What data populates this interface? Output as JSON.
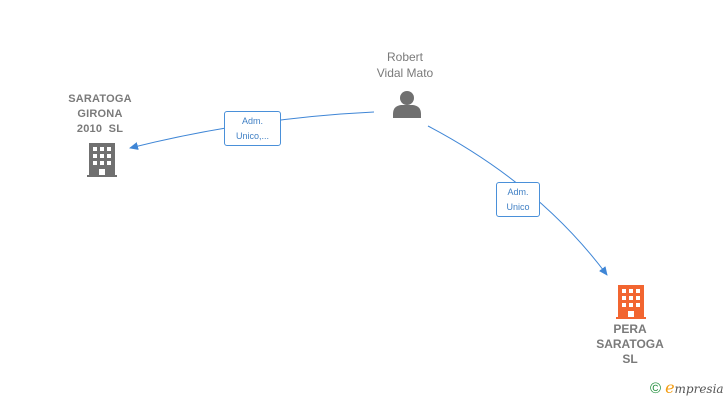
{
  "nodes": {
    "person": {
      "name_lines": [
        "Robert",
        "Vidal Mato"
      ],
      "icon": "person-icon",
      "color": "#707070"
    },
    "company_1": {
      "name_lines": [
        "SARATOGA",
        "GIRONA",
        "2010  SL"
      ],
      "icon": "building-icon",
      "color": "#707070"
    },
    "company_2": {
      "name_lines": [
        "PERA",
        "SARATOGA",
        "SL"
      ],
      "icon": "building-icon",
      "color": "#f26530"
    }
  },
  "edges": [
    {
      "from": "person",
      "to": "company_1",
      "label_lines": [
        "Adm.",
        "Unico,..."
      ]
    },
    {
      "from": "person",
      "to": "company_2",
      "label_lines": [
        "Adm.",
        "Unico"
      ]
    }
  ],
  "colors": {
    "edge": "#3f86d6"
  },
  "brand": {
    "copyright": "©",
    "first_letter": "e",
    "rest": "mpresia"
  }
}
